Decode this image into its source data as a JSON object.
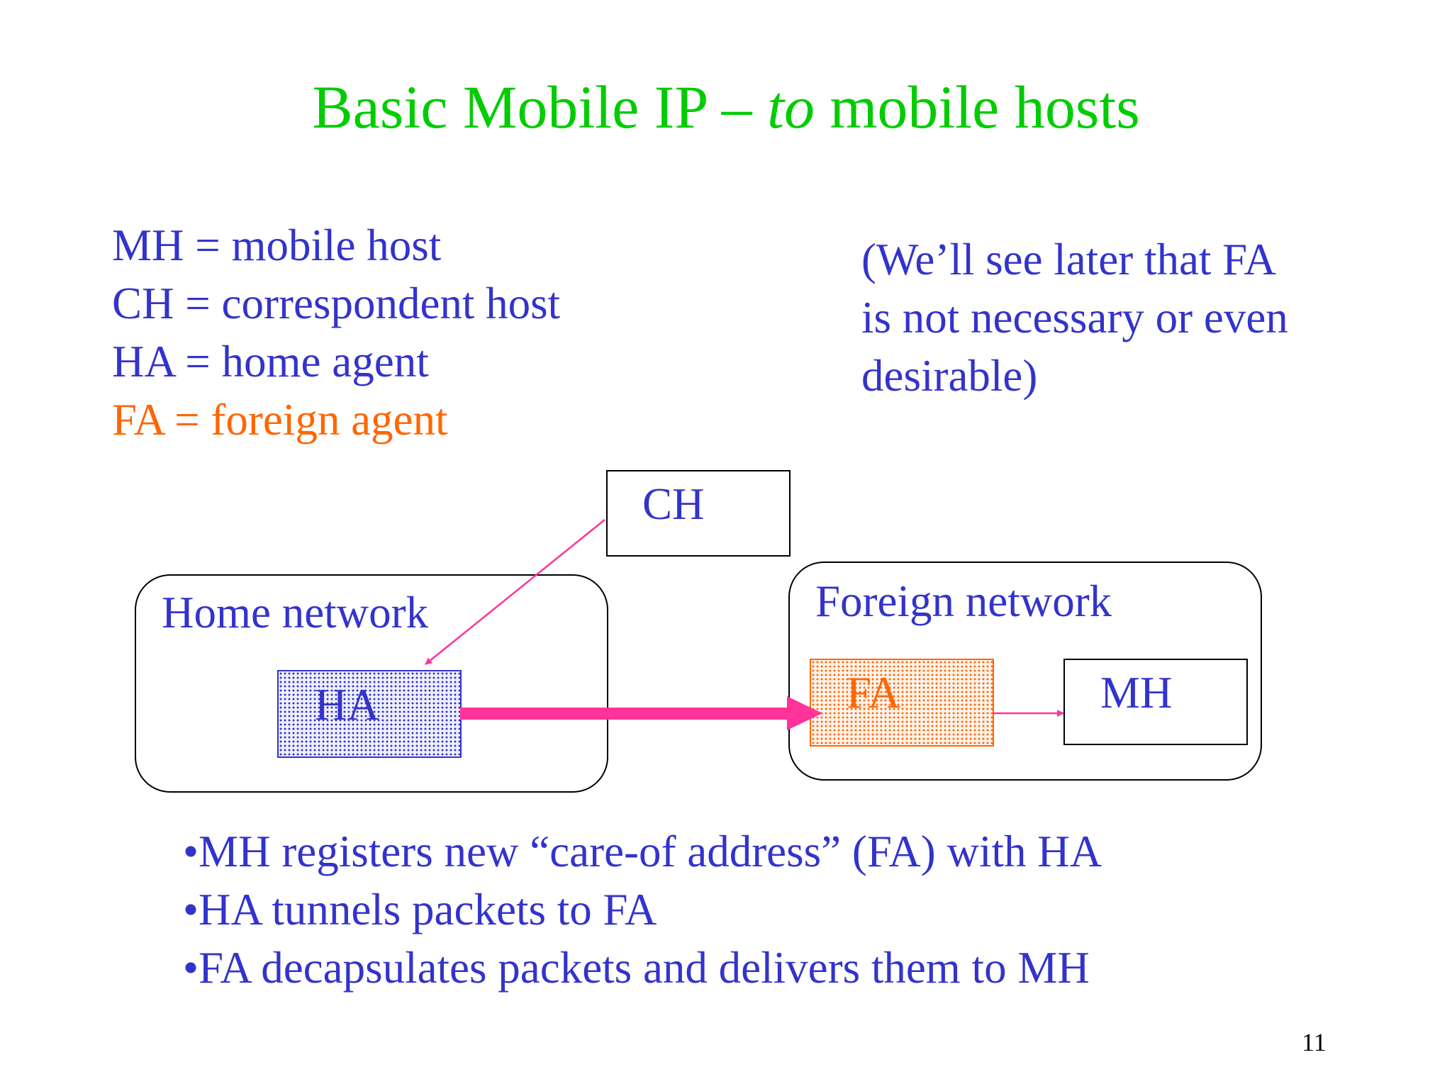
{
  "title": {
    "part1": "Basic Mobile IP – ",
    "italic": "to",
    "part2": " mobile hosts"
  },
  "definitions": [
    {
      "text": "MH = mobile host",
      "color": "#3333cc"
    },
    {
      "text": "CH = correspondent host",
      "color": "#3333cc"
    },
    {
      "text": "HA = home agent",
      "color": "#3333cc"
    },
    {
      "text": "FA = foreign agent",
      "color": "#ff6600"
    }
  ],
  "note": {
    "lines": [
      "(We’ll see later that FA",
      "is not necessary or even",
      "desirable)"
    ]
  },
  "diagram": {
    "ch_label": "CH",
    "home_network_label": "Home network",
    "foreign_network_label": "Foreign network",
    "ha_label": "HA",
    "fa_label": "FA",
    "mh_label": "MH",
    "arrow_color": "#ff3399"
  },
  "bullets": [
    "•MH registers new “care-of address” (FA) with HA",
    "•HA tunnels packets to FA",
    "•FA decapsulates packets and delivers them to MH"
  ],
  "page_number": "11",
  "colors": {
    "title": "#00cc00",
    "text_blue": "#3333cc",
    "text_orange": "#ff6600",
    "arrow_pink": "#ff3399"
  }
}
